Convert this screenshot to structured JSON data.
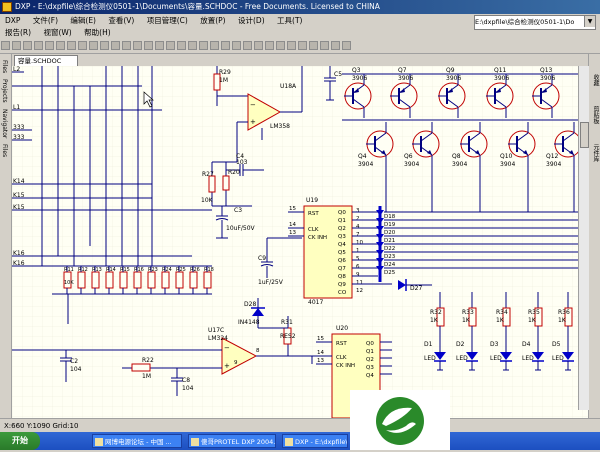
{
  "window": {
    "title": "DXP - E:\\dxpfile\\综合检测仪0501-1\\Documents\\容量.SCHDOC - Free Documents. Licensed to CHINA"
  },
  "menu": [
    "DXP",
    "文件(F)",
    "编辑(E)",
    "查看(V)",
    "项目管理(C)",
    "放置(P)",
    "设计(D)",
    "工具(T)",
    "报告(R)",
    "视窗(W)",
    "帮助(H)"
  ],
  "path_combo": "E:\\dxpfile\\综合检测仪0501-1\\Do",
  "left_tabs": [
    "Files",
    "Projects",
    "Navigator",
    "Files"
  ],
  "right_tabs": [
    "收藏",
    "剪贴板",
    "元件库"
  ],
  "doc_tab": "容量.SCHDOC",
  "schematic": {
    "ports": [
      "L2",
      "L1",
      "333",
      "333",
      "K14",
      "K15",
      "K15",
      "K16",
      "K16"
    ],
    "r29": [
      "R29",
      "1M"
    ],
    "c5": "C5",
    "u18a": [
      "U18A",
      "LM358"
    ],
    "c4": [
      "C4",
      "103"
    ],
    "r27": [
      "R27",
      "10K"
    ],
    "r20": [
      "R20",
      "103"
    ],
    "c3": [
      "C3",
      "10uF/50V"
    ],
    "c9": [
      "C9",
      "1uF/25V"
    ],
    "u19": {
      "name": "U19",
      "part": "4017",
      "pins_left": [
        "RST",
        "CLK",
        "CK INH"
      ],
      "pin_nums": [
        "15",
        "14",
        "13"
      ],
      "outputs": [
        "Q0",
        "Q1",
        "Q2",
        "Q3",
        "Q4",
        "Q5",
        "Q6",
        "Q7",
        "Q8",
        "Q9",
        "CO"
      ],
      "out_nums": [
        "3",
        "2",
        "4",
        "7",
        "10",
        "1",
        "5",
        "6",
        "9",
        "11",
        "12"
      ]
    },
    "bus_nets": [
      "D18",
      "D19",
      "D20",
      "D21",
      "D22",
      "D23",
      "D24",
      "D25"
    ],
    "d27": "D27",
    "resistors": [
      "R11",
      "R12",
      "R13",
      "R14",
      "R15",
      "R16",
      "R23",
      "R24",
      "R25",
      "R26",
      "R18"
    ],
    "res_value": "10K",
    "transistors_top": [
      [
        "Q3",
        "3906"
      ],
      [
        "Q7",
        "3906"
      ],
      [
        "Q9",
        "3906"
      ],
      [
        "Q11",
        "3906"
      ],
      [
        "Q13",
        "3906"
      ]
    ],
    "transistors_bot": [
      [
        "Q4",
        "3904"
      ],
      [
        "Q6",
        "3904"
      ],
      [
        "Q8",
        "3904"
      ],
      [
        "Q10",
        "3904"
      ],
      [
        "Q12",
        "3904"
      ]
    ],
    "d28": [
      "D28",
      "IN4148"
    ],
    "r31": [
      "R31",
      "RES2"
    ],
    "u17c": [
      "U17C",
      "LM324"
    ],
    "c2": [
      "C2",
      "104"
    ],
    "r22": [
      "R22",
      "1M"
    ],
    "c8": [
      "C8",
      "104"
    ],
    "u20": {
      "name": "U20",
      "pins_left": [
        "RST",
        "CLK",
        "CK INH"
      ],
      "pin_nums": [
        "15",
        "14",
        "13"
      ],
      "outputs": [
        "Q0",
        "Q1",
        "Q2",
        "Q3",
        "Q4"
      ]
    },
    "led_resistors": [
      [
        "R32",
        "1K"
      ],
      [
        "R33",
        "1K"
      ],
      [
        "R34",
        "1K"
      ],
      [
        "R35",
        "1K"
      ],
      [
        "R36",
        "1K"
      ]
    ],
    "leds": [
      [
        "D1",
        "LED"
      ],
      [
        "D2",
        "LED"
      ],
      [
        "D3",
        "LED"
      ],
      [
        "D4",
        "LED"
      ],
      [
        "D5",
        "LED"
      ]
    ],
    "pin8": "8",
    "pin9": "9"
  },
  "status": "X:660 Y:1090   Grid:10",
  "taskbar": {
    "start": "开始",
    "tasks": [
      "网博电源论坛 - 中国 ...",
      "傻哥PROTEL DXP 2004...",
      "DXP - E:\\dxpfile\\..."
    ]
  },
  "colors": {
    "wire": "#000080",
    "schematic_bg": "#fffff4",
    "bus": "#0000c8",
    "logo_green": "#2a8a2a"
  }
}
